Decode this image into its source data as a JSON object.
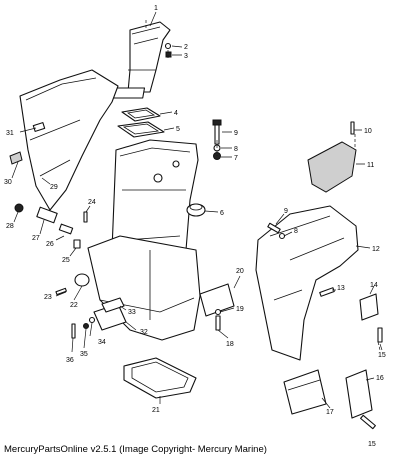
{
  "caption": "MercuryPartsOnline v2.5.1 (Image Copyright- Mercury Marine)",
  "callouts": [
    {
      "id": "1",
      "text": "1"
    },
    {
      "id": "2",
      "text": "2"
    },
    {
      "id": "3",
      "text": "3"
    },
    {
      "id": "4",
      "text": "4"
    },
    {
      "id": "5",
      "text": "5"
    },
    {
      "id": "6",
      "text": "6"
    },
    {
      "id": "7",
      "text": "7"
    },
    {
      "id": "8a",
      "text": "8"
    },
    {
      "id": "8b",
      "text": "8"
    },
    {
      "id": "9a",
      "text": "9"
    },
    {
      "id": "9b",
      "text": "9"
    },
    {
      "id": "10",
      "text": "10"
    },
    {
      "id": "11",
      "text": "11"
    },
    {
      "id": "12",
      "text": "12"
    },
    {
      "id": "13",
      "text": "13"
    },
    {
      "id": "14",
      "text": "14"
    },
    {
      "id": "15a",
      "text": "15"
    },
    {
      "id": "15b",
      "text": "15"
    },
    {
      "id": "16",
      "text": "16"
    },
    {
      "id": "17",
      "text": "17"
    },
    {
      "id": "18",
      "text": "18"
    },
    {
      "id": "19",
      "text": "19"
    },
    {
      "id": "20",
      "text": "20"
    },
    {
      "id": "21",
      "text": "21"
    },
    {
      "id": "22",
      "text": "22"
    },
    {
      "id": "23",
      "text": "23"
    },
    {
      "id": "24",
      "text": "24"
    },
    {
      "id": "25",
      "text": "25"
    },
    {
      "id": "26",
      "text": "26"
    },
    {
      "id": "27",
      "text": "27"
    },
    {
      "id": "28",
      "text": "28"
    },
    {
      "id": "29",
      "text": "29"
    },
    {
      "id": "30",
      "text": "30"
    },
    {
      "id": "31",
      "text": "31"
    },
    {
      "id": "32",
      "text": "32"
    },
    {
      "id": "33",
      "text": "33"
    },
    {
      "id": "34",
      "text": "34"
    },
    {
      "id": "35",
      "text": "35"
    },
    {
      "id": "36",
      "text": "36"
    }
  ]
}
